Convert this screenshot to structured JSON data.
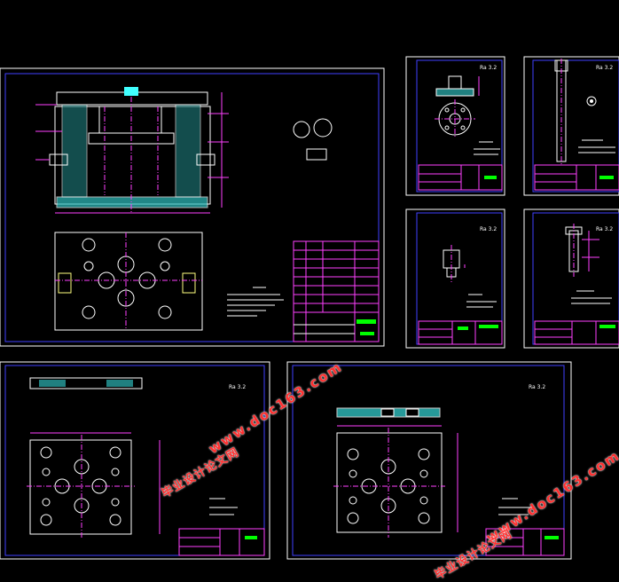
{
  "watermarks": [
    {
      "id": "url-1",
      "text": "www.doc163.com"
    },
    {
      "id": "cn-1",
      "text": "毕业设计论文网"
    },
    {
      "id": "url-2",
      "text": "www.doc163.com"
    },
    {
      "id": "cn-2",
      "text": "毕业设计论文网"
    }
  ],
  "roughness_marks": [
    "Ra 3.2",
    "Ra 3.2",
    "Ra 3.2",
    "Ra 3.2",
    "Ra 3.2",
    "Ra 3.2"
  ],
  "colors": {
    "background": "#000000",
    "frame": "#ffffff",
    "inner_frame": "#4040ff",
    "part": "#ffffff",
    "dimension": "#ff40ff",
    "section": "#40ffff",
    "accent": "#00ff00",
    "watermark": "#ff3030"
  }
}
